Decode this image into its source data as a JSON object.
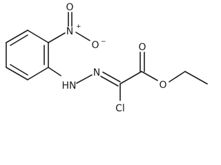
{
  "molecule": {
    "atoms": {
      "nitro_N": "N",
      "nitro_N_charge": "+",
      "nitro_O_top": "O",
      "nitro_O_right": "O",
      "nitro_O_charge": "−",
      "hydrazone_NH": "HN",
      "hydrazone_N": "N",
      "chlorine": "Cl",
      "carbonyl_O": "O",
      "ester_O": "O"
    }
  }
}
